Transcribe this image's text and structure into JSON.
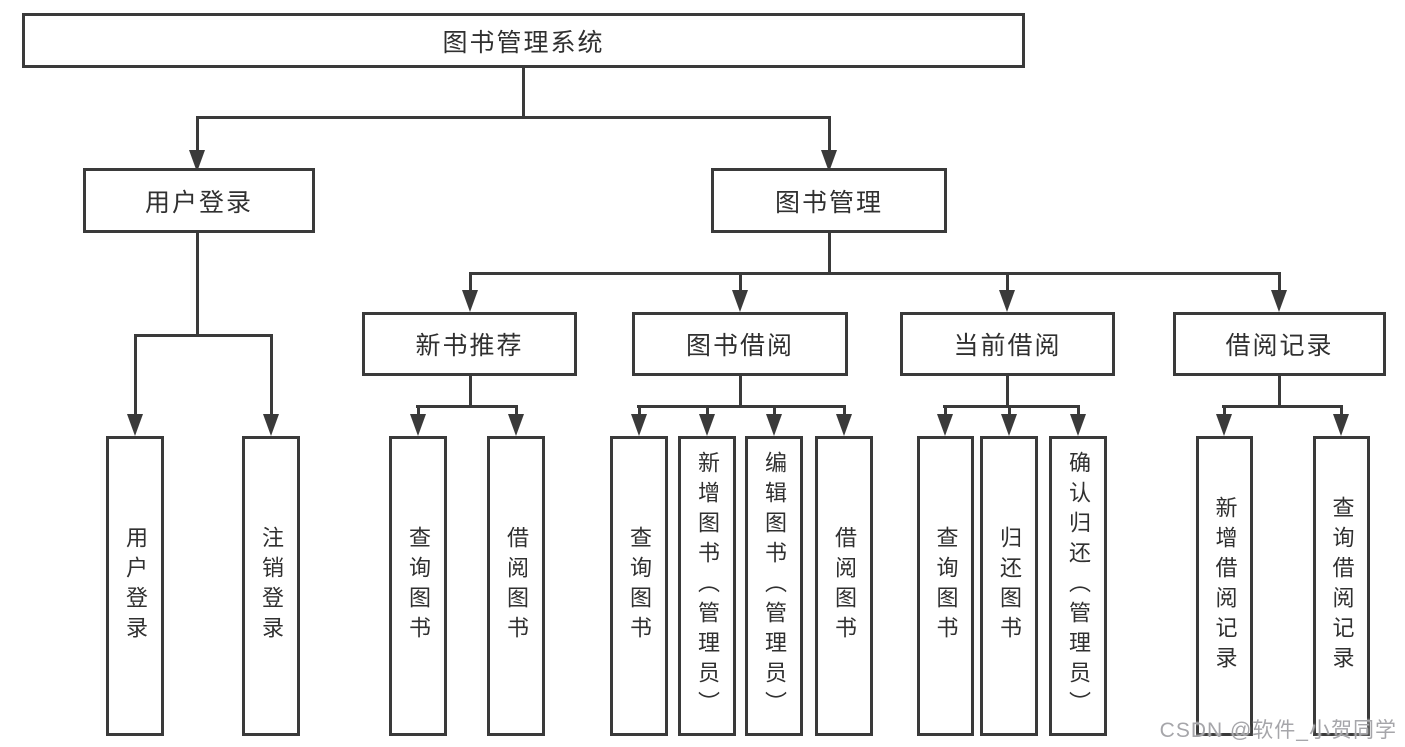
{
  "diagram": {
    "root": {
      "label": "图书管理系统"
    },
    "branches": [
      {
        "label": "用户登录",
        "children": [
          {
            "label": "用户登录"
          },
          {
            "label": "注销登录"
          }
        ]
      },
      {
        "label": "图书管理",
        "children": [
          {
            "label": "新书推荐",
            "children": [
              {
                "label": "查询图书"
              },
              {
                "label": "借阅图书"
              }
            ]
          },
          {
            "label": "图书借阅",
            "children": [
              {
                "label": "查询图书"
              },
              {
                "label": "新增图书（管理员）"
              },
              {
                "label": "编辑图书（管理员）"
              },
              {
                "label": "借阅图书"
              }
            ]
          },
          {
            "label": "当前借阅",
            "children": [
              {
                "label": "查询图书"
              },
              {
                "label": "归还图书"
              },
              {
                "label": "确认归还（管理员）"
              }
            ]
          },
          {
            "label": "借阅记录",
            "children": [
              {
                "label": "新增借阅记录"
              },
              {
                "label": "查询借阅记录"
              }
            ]
          }
        ]
      }
    ],
    "watermark": "CSDN @软件_小贺同学",
    "colors": {
      "line": "#3a3a3a",
      "text": "#303030",
      "box_background": "#ffffff",
      "watermark": "#a6a6aa",
      "background": "#ffffff"
    }
  }
}
